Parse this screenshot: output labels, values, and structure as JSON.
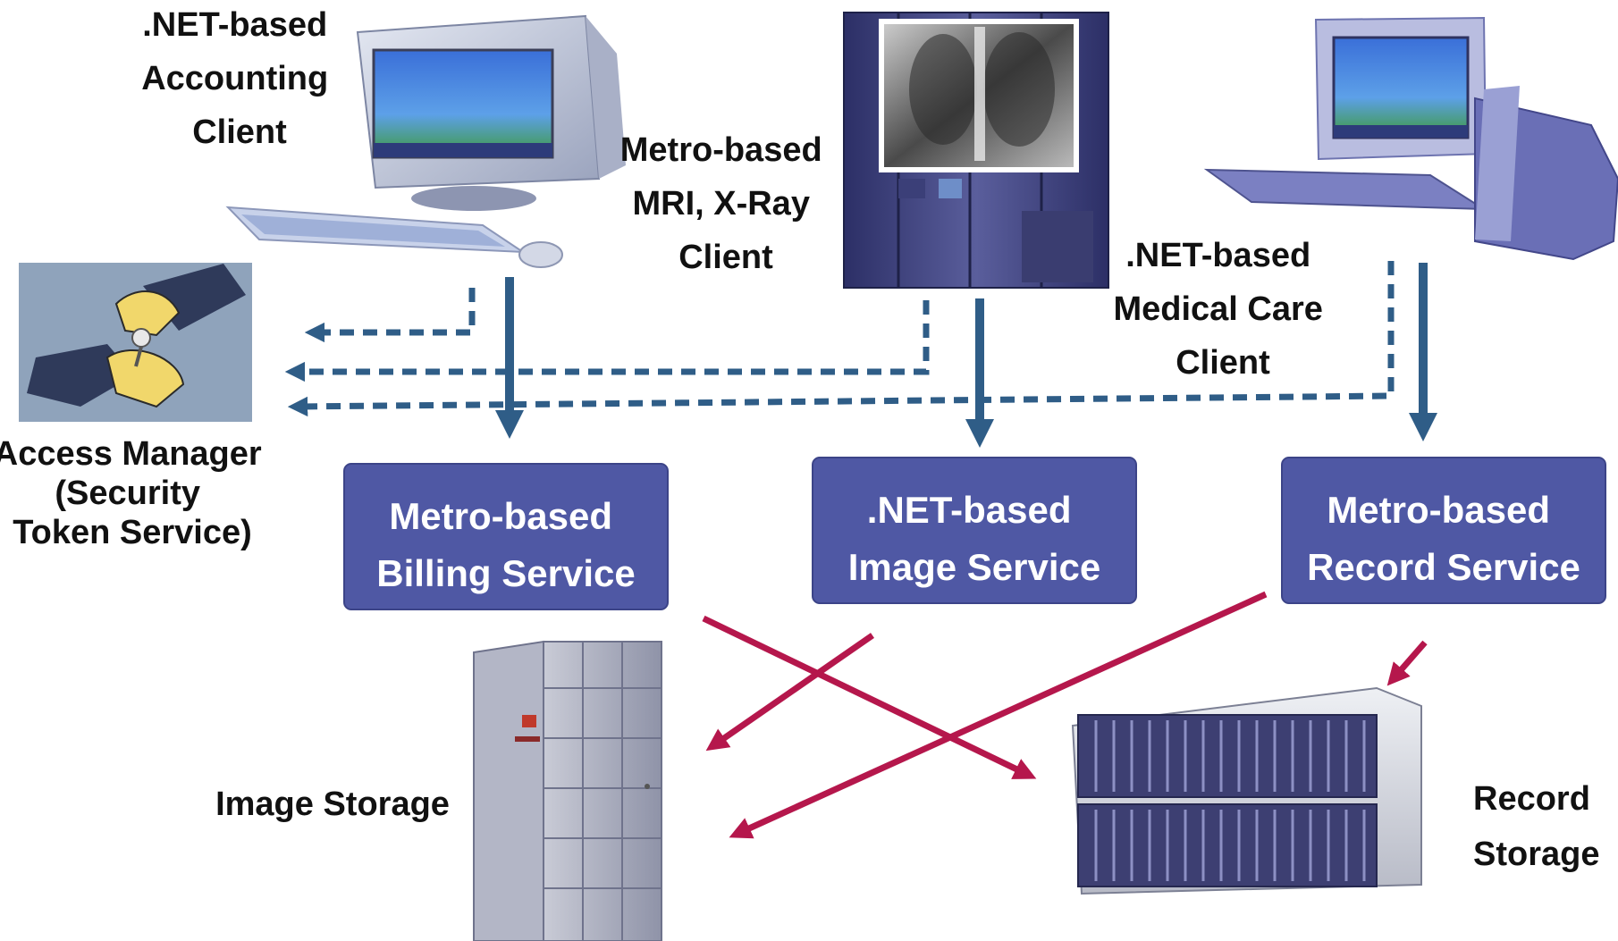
{
  "colors": {
    "blue_arrow": "#2f5d87",
    "red_arrow": "#b5174c",
    "service_box": "#4f58a4",
    "service_text": "#ffffff",
    "label_text": "#111111"
  },
  "clients": {
    "accounting": {
      "lines": [
        ".NET-based",
        "Accounting",
        "Client"
      ],
      "icon": "desktop-computer-icon"
    },
    "mri_xray": {
      "lines": [
        "Metro-based",
        "MRI, X-Ray",
        "Client"
      ],
      "icon": "xray-server-icon"
    },
    "medical_care": {
      "lines": [
        ".NET-based",
        "Medical Care",
        "Client"
      ],
      "icon": "workstation-computer-icon"
    }
  },
  "access_manager": {
    "lines": [
      "Access Manager",
      "(Security",
      "Token Service)"
    ],
    "icon": "key-handover-icon"
  },
  "services": {
    "billing": {
      "lines": [
        "Metro-based",
        "Billing Service"
      ]
    },
    "image": {
      "lines": [
        ".NET-based",
        "Image Service"
      ]
    },
    "record": {
      "lines": [
        "Metro-based",
        "Record Service"
      ]
    }
  },
  "storage": {
    "image": {
      "label": "Image Storage",
      "icon": "storage-cabinet-icon"
    },
    "record": {
      "lines": [
        "Record",
        "Storage"
      ],
      "icon": "disk-array-icon"
    }
  }
}
